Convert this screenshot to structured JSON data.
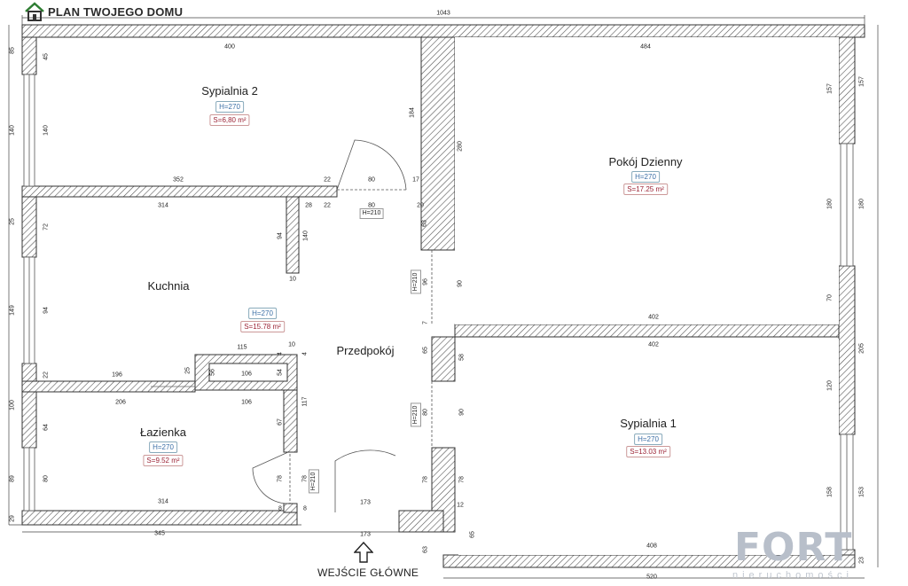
{
  "header": {
    "title": "PLAN TWOJEGO DOMU"
  },
  "entrance": {
    "label": "WEJŚCIE GŁÓWNE"
  },
  "logo": {
    "name": "FORT",
    "sub": "nieruchomości"
  },
  "rooms": [
    {
      "id": "sypialnia2",
      "name": "Sypialnia 2",
      "height": "H=270",
      "area": "S=6,80 m²"
    },
    {
      "id": "pokoj",
      "name": "Pokój Dzienny",
      "height": "H=270",
      "area": "S=17.25 m²"
    },
    {
      "id": "kuchnia",
      "name": "Kuchnia",
      "height": "H=270",
      "area": "S=15.78 m²"
    },
    {
      "id": "przedpokoj",
      "name": "Przedpokój"
    },
    {
      "id": "lazienka",
      "name": "Łazienka",
      "height": "H=270",
      "area": "S=9.52 m²"
    },
    {
      "id": "sypialnia1",
      "name": "Sypialnia 1",
      "height": "H=270",
      "area": "S=13.03 m²"
    }
  ],
  "door_heights": [
    "H=210",
    "H=210",
    "H=210",
    "H=210"
  ],
  "dimensions": {
    "top_total": "1043",
    "s2_top": "400",
    "pd_top": "484",
    "s2_bottom": "352",
    "k_top": "314",
    "k_right": "28",
    "door_a": "22",
    "door_b": "80",
    "door_c": "17",
    "door_d": "22",
    "door_e": "80",
    "door_f": "20",
    "pd_bottom": "402",
    "s1_top": "402",
    "hall_115": "115",
    "small_106a": "106",
    "small_106b": "106",
    "laz_top_196": "196",
    "laz_top_206": "206",
    "laz_bottom": "314",
    "hall_bottom_173": "173",
    "ext_bottom_345": "345",
    "ext_bottom_173": "173",
    "s1_bottom": "408",
    "ext_bottom_520": "520",
    "left_85": "85",
    "left_45": "45",
    "left_140": "140",
    "left_140b": "140",
    "left_25": "25",
    "left_72": "72",
    "left_149": "149",
    "left_22": "22",
    "left_100": "100",
    "left_64": "64",
    "left_89": "89",
    "left_80": "80",
    "left_29": "29",
    "s2_184": "184",
    "hall_280": "280",
    "hall_63": "63",
    "k_94a": "94",
    "k_94b": "94",
    "k_10": "10",
    "pd_90": "90",
    "hall_96": "96",
    "hall_7": "7",
    "hall_65": "65",
    "hall_58": "58",
    "hall_80": "80",
    "s1_90": "90",
    "laz_117": "117",
    "laz_67": "67",
    "laz_78a": "78",
    "laz_78b": "78",
    "hall_78a": "78",
    "hall_78b": "78",
    "hall_12": "12",
    "hall_65b": "65",
    "hall_63b": "63",
    "small_56": "56",
    "small_54": "54",
    "small_25": "25",
    "small_4a": "4",
    "small_4b": "4",
    "small_10": "10",
    "small_8a": "8",
    "small_8b": "8",
    "r_157a": "157",
    "r_157b": "157",
    "r_180a": "180",
    "r_180b": "180",
    "r_70": "70",
    "r_205": "205",
    "r_120": "120",
    "r_158": "158",
    "r_153": "153",
    "r_23": "23"
  }
}
